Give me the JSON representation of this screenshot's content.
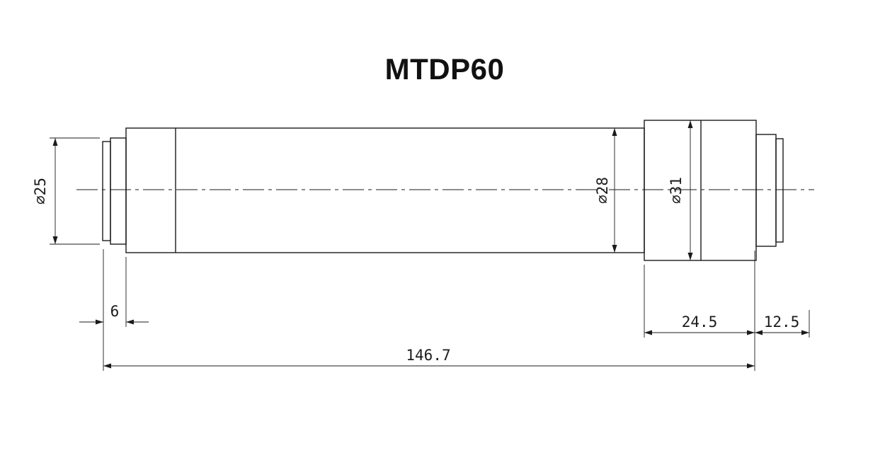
{
  "title": "MTDP60",
  "dimensions": {
    "dia_left": "⌀25",
    "dia_body": "⌀28",
    "dia_ring": "⌀31",
    "len_collar": "6",
    "len_ring": "24.5",
    "len_tip": "12.5",
    "len_overall": "146.7"
  },
  "colors": {
    "line": "#1b1b1b",
    "background": "#ffffff"
  }
}
